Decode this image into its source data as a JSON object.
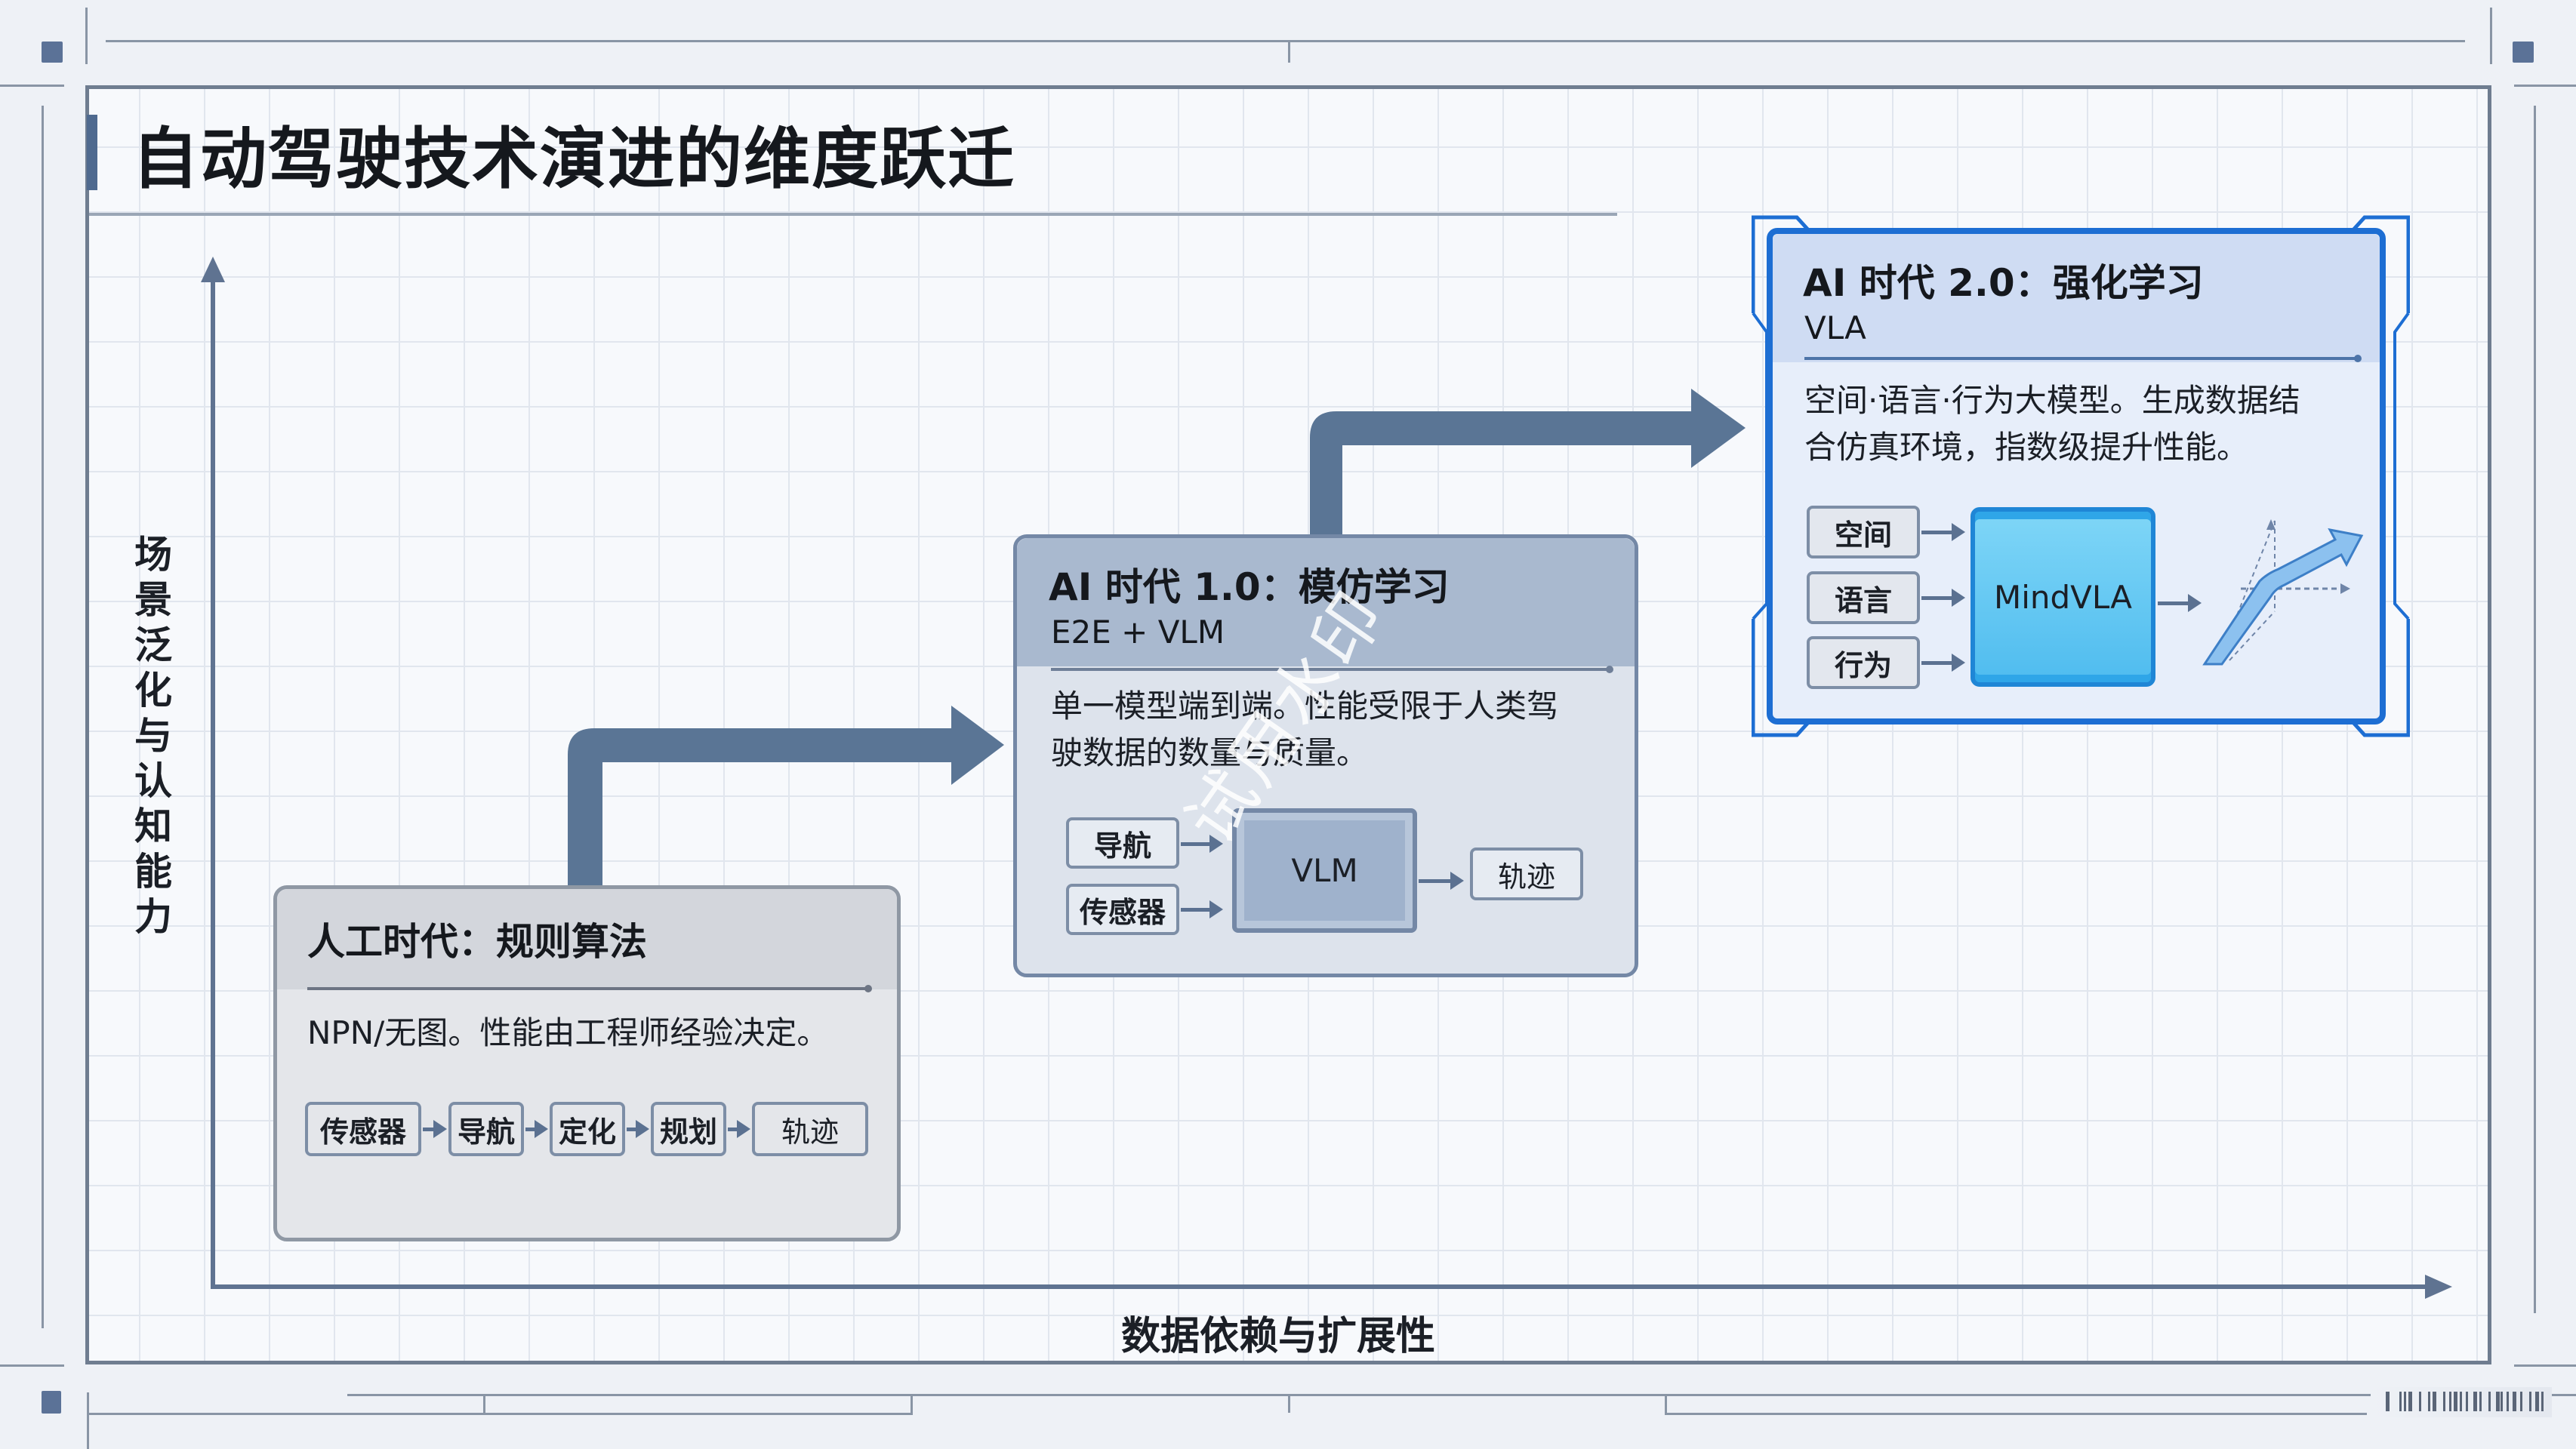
{
  "title": "自动驾驶技术演进的维度跃迁",
  "axes": {
    "y_label": "场景泛化与认知能力",
    "x_label": "数据依赖与扩展性"
  },
  "stages": [
    {
      "title": "人工时代：规则算法",
      "subtitle": "",
      "description": "NPN/无图。性能由工程师经验决定。",
      "flow": [
        "传感器",
        "导航",
        "定化",
        "规划",
        "轨迹"
      ]
    },
    {
      "title": "AI 时代 1.0：模仿学习",
      "subtitle": "E2E + VLM",
      "description": "单一模型端到端。性能受限于人类驾驶数据的数量与质量。",
      "description_lines": [
        "单一模型端到端。性能受限于人类驾",
        "驶数据的数量与质量。"
      ],
      "inputs": [
        "导航",
        "传感器"
      ],
      "model": "VLM",
      "output": "轨迹"
    },
    {
      "title": "AI 时代 2.0：强化学习",
      "subtitle": "VLA",
      "description": "空间·语言·行为大模型。生成数据结合仿真环境，指数级提升性能。",
      "description_lines": [
        "空间·语言·行为大模型。生成数据结",
        "合仿真环境，指数级提升性能。"
      ],
      "inputs": [
        "空间",
        "语言",
        "行为"
      ],
      "model": "MindVLA",
      "output_icon": "upward-trend-arrow-icon"
    }
  ],
  "watermark": "试用水印",
  "colors": {
    "arrow": "#5a7595",
    "axis": "#5f7391",
    "accent_blue": "#1d6ed3",
    "mindvla_fill": "#5cc6f2",
    "vlm_fill": "#9fb2cc"
  }
}
